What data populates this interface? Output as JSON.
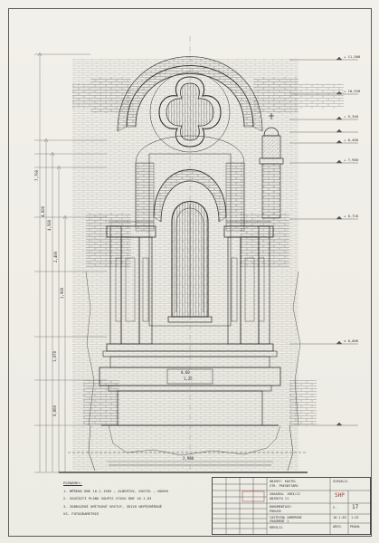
{
  "notes": {
    "heading": "POZNÁMKY:",
    "items": [
      "1. MĚŘENO DNE 10.1.1983 – ALBERTOV, KOSTEL – NÁVRH",
      "2. SOUČÁSTÍ PLÁNU SOUPIS STAVU DNE 10.1.83",
      "3. ZOBRAZENÍ OMÍTKOVÉ VRSTVY, ZDIVO NEPŘIMĚŘENĚ",
      "   VS. FOTOGRAMETRIE"
    ]
  },
  "title_block": {
    "l1": "OBJEKT: KOSTEL",
    "l2": "STR. PRESBYTÁŘE",
    "l3": "ZAKÁZKA: 1983/12",
    "l4": "OBJEKTU 11",
    "l5": "DOKUMENTACE:",
    "l6": "POHLED",
    "l7": "ČÁSTEČNÁ ZAMĚŘENÍ",
    "l8": "FRAGMENT 1",
    "l9": "KRESLIL",
    "stamp": "SHP",
    "sheet_label": "č.",
    "sheet_no": "17",
    "scale": "1:25",
    "date": "10.1.83",
    "approved": "SCHVÁLIL",
    "drawn_by": "ARCH.",
    "org": "PRAHA"
  },
  "levels": [
    "+ 11,560",
    "+ 10,920",
    "+ 9,340",
    "+ 8,400",
    "+ 7,900",
    "+ 6,720",
    "± 0,000"
  ],
  "dims": [
    "7,700",
    "4,800",
    "4,500",
    "2,400",
    "1,900",
    "1,070",
    "0,860",
    "2,900",
    "1,25",
    "0,60"
  ]
}
